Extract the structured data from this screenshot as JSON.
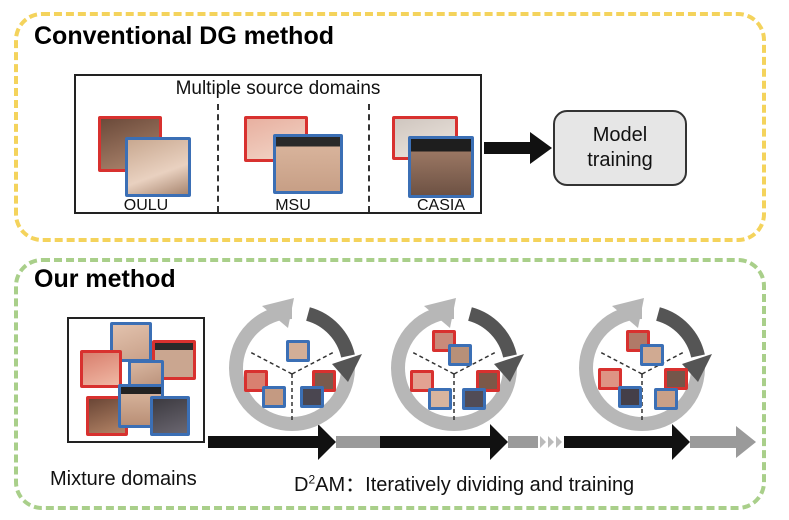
{
  "conventional": {
    "title": "Conventional DG method",
    "panel_title": "Multiple source domains",
    "domains": [
      "OULU",
      "MSU",
      "CASIA"
    ],
    "model_line1": "Model",
    "model_line2": "training"
  },
  "ours": {
    "title": "Our method",
    "mixture_label": "Mixture domains",
    "d2am_base": "D",
    "d2am_sup": "2",
    "d2am_rest": "AM：Iteratively dividing and training"
  },
  "colors": {
    "yellow_border": "#f4d35c",
    "green_border": "#a9cf8a",
    "red_frame": "#d8312f",
    "blue_frame": "#3b6fb5",
    "arrow_black": "#111111",
    "arrow_gray": "#9a9a9a"
  }
}
